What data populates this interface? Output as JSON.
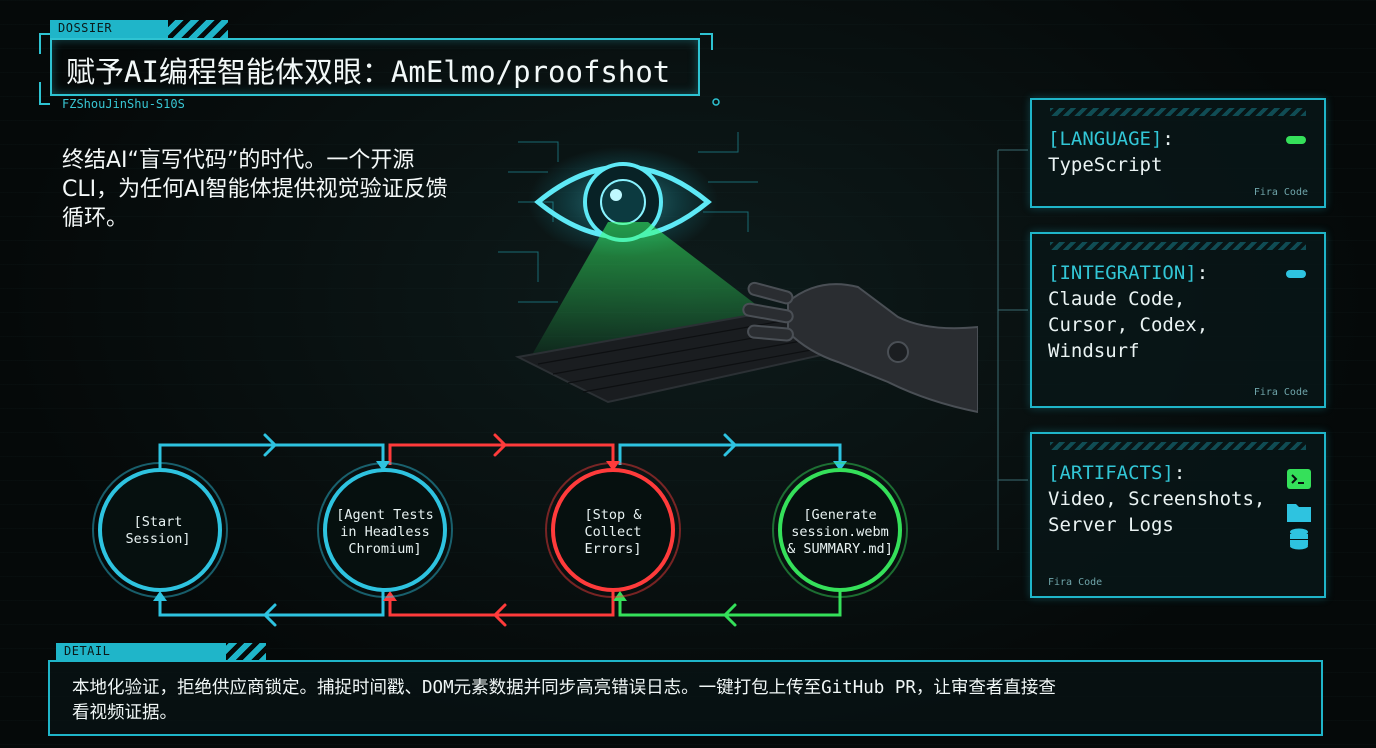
{
  "header": {
    "dossier_tag": "DOSSIER",
    "title": "赋予AI编程智能体双眼：AmElmo/proofshot",
    "subtitle": "FZShouJinShu-S10S"
  },
  "intro": {
    "text": "终结AI“盲写代码”的时代。一个开源CLI，为任何AI智能体提供视觉验证反馈循环。"
  },
  "flow": {
    "nodes": [
      {
        "label_line1": "[Start",
        "label_line2": "Session]",
        "label_line3": "",
        "color": "#2ec3e0"
      },
      {
        "label_line1": "[Agent Tests",
        "label_line2": "in Headless",
        "label_line3": "Chromium]",
        "color": "#2ec3e0"
      },
      {
        "label_line1": "[Stop &",
        "label_line2": "Collect",
        "label_line3": "Errors]",
        "color": "#ff3b3b"
      },
      {
        "label_line1": "[Generate",
        "label_line2": "session.webm",
        "label_line3": "& SUMMARY.md]",
        "color": "#35e05a"
      }
    ]
  },
  "panels": [
    {
      "key": "[LANGUAGE]",
      "colon": ":",
      "value": "TypeScript",
      "font_note": "Fira Code",
      "pill_color": "#35e05a"
    },
    {
      "key": "[INTEGRATION]",
      "colon": ":",
      "value": "Claude Code,\nCursor, Codex,\nWindsurf",
      "font_note": "Fira Code",
      "pill_color": "#2ec3e0"
    },
    {
      "key": "[ARTIFACTS]",
      "colon": ":",
      "value": "Video, Screenshots,\nServer Logs",
      "font_note": "Fira Code"
    }
  ],
  "detail": {
    "tag": "DETAIL",
    "text": "本地化验证，拒绝供应商锁定。捕捉时间戳、DOM元素数据并同步高亮错误日志。一键打包上传至GitHub PR，让审查者直接查看视频证据。"
  },
  "colors": {
    "accent": "#1fb5c9",
    "error": "#ff3b3b",
    "success": "#35e05a"
  }
}
